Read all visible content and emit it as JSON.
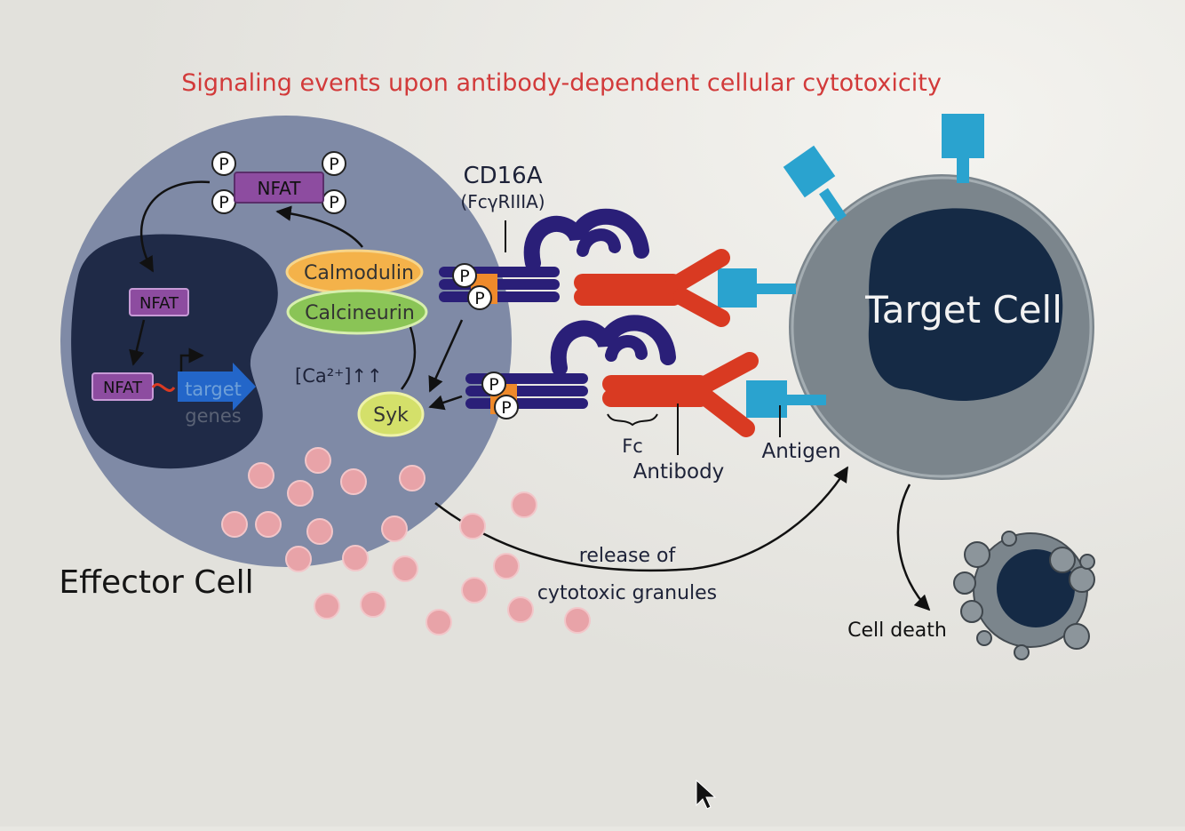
{
  "title": "Signaling events upon antibody-dependent cellular cytotoxicity",
  "labels": {
    "effector_cell": "Effector Cell",
    "target_cell": "Target Cell",
    "receptor": "CD16A",
    "receptor_alias": "(FcγRIIIA)",
    "nfat": "NFAT",
    "calmodulin": "Calmodulin",
    "calcineurin": "Calcineurin",
    "calcium": "[Ca²⁺]↑↑",
    "syk": "Syk",
    "target": "target",
    "genes": "genes",
    "phospho": "P",
    "fc": "Fc",
    "antibody": "Antibody",
    "antigen": "Antigen",
    "release_line1": "release of",
    "release_line2": "cytotoxic granules",
    "cell_death": "Cell death"
  },
  "colors": {
    "title": "#d23a3a",
    "effector_body": "#7f8aa6",
    "effector_nucleus": "#1f2a47",
    "target_body": "#7b858c",
    "target_nucleus": "#152a45",
    "receptor": "#2a1f78",
    "antibody": "#d93a22",
    "antigen": "#2aa3cf",
    "nfat": "#8d4ca0",
    "calmodulin": "#f4b24a",
    "calcineurin": "#8ac456",
    "syk": "#d4e06a",
    "granule": "#e8a3a8",
    "target_arrow": "#2366c9"
  }
}
